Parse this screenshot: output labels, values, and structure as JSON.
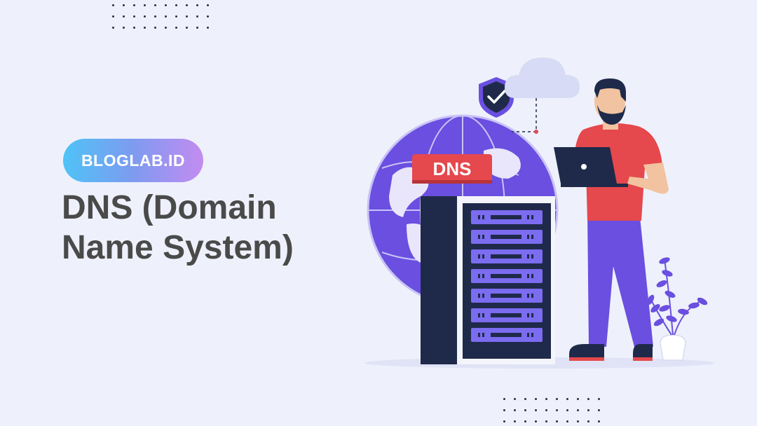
{
  "brand": {
    "badge_text": "BLOGLAB.ID"
  },
  "heading": {
    "line1": "DNS (Domain",
    "line2": "Name System)"
  },
  "illustration": {
    "sign_text": "DNS",
    "icons": [
      "globe-icon",
      "server-rack-icon",
      "shield-check-icon",
      "cloud-icon",
      "laptop-icon",
      "plant-icon"
    ],
    "colors": {
      "purple": "#6a4fe0",
      "navy": "#1f2a4a",
      "red": "#e5484d",
      "skin": "#f2c3a0"
    }
  }
}
